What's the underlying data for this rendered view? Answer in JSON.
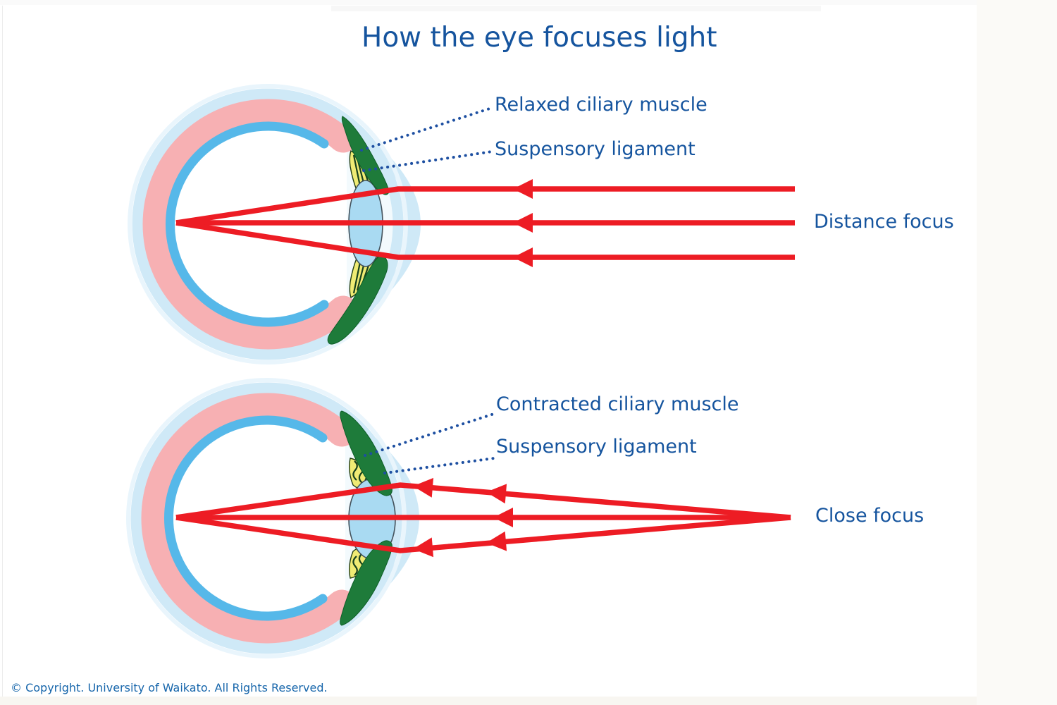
{
  "title": "How the eye focuses light",
  "footer": {
    "copyright": "© Copyright. University of Waikato. All Rights Reserved."
  },
  "palette": {
    "heading_blue": "#15549e",
    "label_blue": "#15549e",
    "copyright_blue": "#1766ab",
    "ray_red": "#ed1c24",
    "leader_dot_blue": "#1d4fa1",
    "sclera_pale_blue": "#cfe9f7",
    "choroid_pink": "#f7b0b3",
    "retina_blue": "#56b8e9",
    "ciliary_muscle_green": "#1e7b3a",
    "ligament_yellow": "#efeb74",
    "lens_blue": "#a9daf2"
  },
  "diagrams": [
    {
      "name": "distance",
      "labels": {
        "muscle": "Relaxed ciliary muscle",
        "ligament": "Suspensory ligament",
        "focus": "Distance focus"
      }
    },
    {
      "name": "close",
      "labels": {
        "muscle": "Contracted ciliary muscle",
        "ligament": "Suspensory ligament",
        "focus": "Close focus"
      }
    }
  ]
}
